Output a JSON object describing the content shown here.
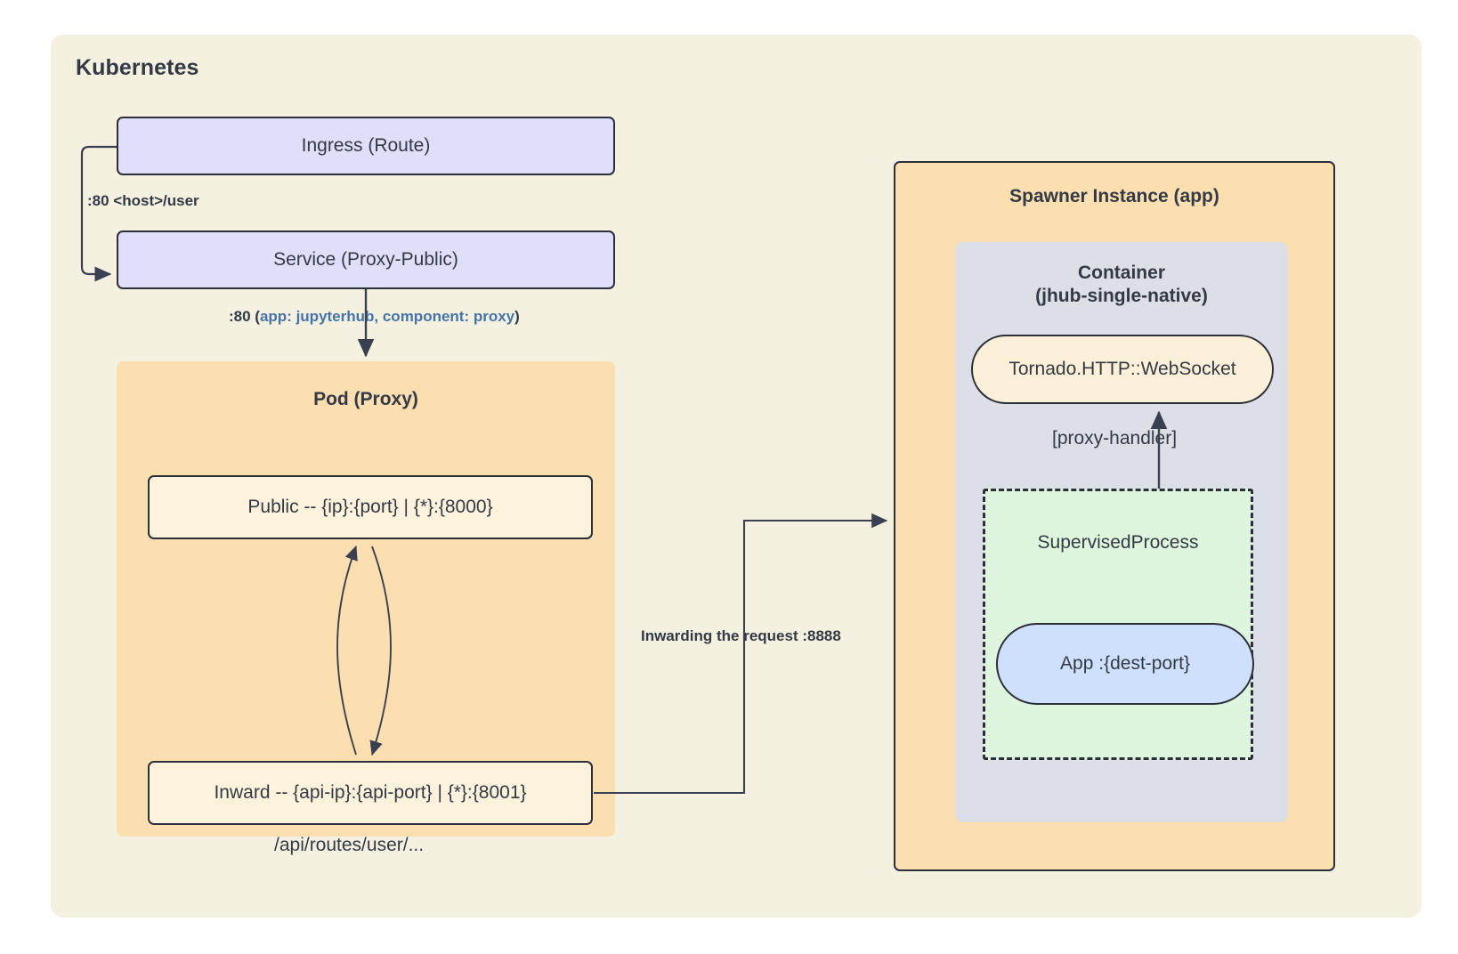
{
  "diagram": {
    "kubernetes": {
      "title": "Kubernetes",
      "nodes": {
        "ingress": "Ingress (Route)",
        "service": "Service (Proxy-Public)"
      },
      "edges": {
        "ingress_to_service": ":80 <host>/user",
        "service_to_pod_port": ":80 (",
        "service_to_pod_selector": "app: jupyterhub, component: proxy",
        "service_to_pod_close": ")"
      },
      "pod": {
        "title": "Pod (Proxy)",
        "public": "Public -- {ip}:{port} | {*}:{8000}",
        "inward": "Inward -- {api-ip}:{api-port} | {*}:{8001}",
        "api_route": "/api/routes/user/..."
      }
    },
    "spawner": {
      "title": "Spawner Instance (app)",
      "container": {
        "title_line1": "Container",
        "title_line2": "(jhub-single-native)",
        "websocket": "Tornado.HTTP::WebSocket",
        "proxy_handler_label": "[proxy-handler]",
        "supervised_process": "SupervisedProcess",
        "app": "App :{dest-port}"
      }
    },
    "cross_edge": {
      "label": "Inwarding the request :8888"
    },
    "colors": {
      "page_background": "#ffffff",
      "kubernetes_frame": "#f4f1e1",
      "node_lavender": "#dfdffa",
      "node_cream": "#fdf3dd",
      "group_orange": "#fcdfb0",
      "group_gray": "#dcdfe6",
      "group_green": "#dff6de",
      "pill_blue": "#cfe0fd",
      "stroke": "#2b2f38",
      "accent_blue": "#4574a8",
      "text": "#333a45"
    }
  }
}
